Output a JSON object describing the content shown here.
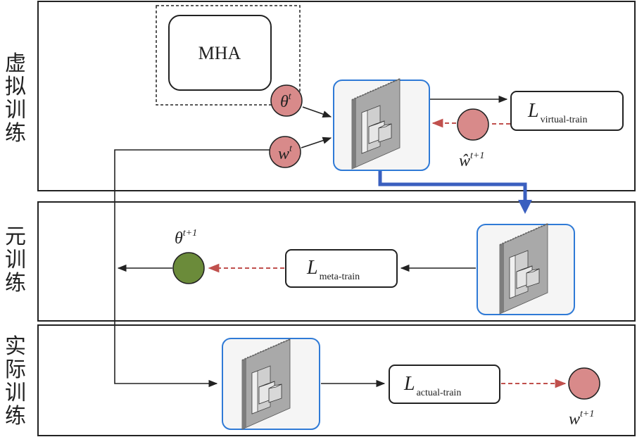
{
  "sections": {
    "virtual": {
      "label": [
        "虚",
        "拟",
        "训",
        "练"
      ]
    },
    "meta": {
      "label": [
        "元",
        "训",
        "练"
      ]
    },
    "actual": {
      "label": [
        "实",
        "际",
        "训",
        "练"
      ]
    }
  },
  "mha": {
    "label": "MHA"
  },
  "params": {
    "theta_t": {
      "base": "θ",
      "sup": "t"
    },
    "w_t": {
      "base": "w",
      "sup": "t"
    },
    "w_hat_t1": {
      "base": "ŵ",
      "sup": "t+1"
    },
    "theta_t1": {
      "base": "θ",
      "sup": "t+1"
    },
    "w_t1": {
      "base": "w",
      "sup": "t+1"
    }
  },
  "losses": {
    "virtual": {
      "base": "L",
      "sub": "virtual-train"
    },
    "meta": {
      "base": "L",
      "sub": "meta-train"
    },
    "actual": {
      "base": "L",
      "sub": "actual-train"
    }
  },
  "colors": {
    "param_red": "#d88a8a",
    "param_green": "#6b8b3a",
    "model_border": "#2f7ad6",
    "flow_blue": "#3a5fbf",
    "dashed_red": "#c0504d",
    "arrow_black": "#222222"
  },
  "icons": {
    "model": "network-block-icon"
  }
}
